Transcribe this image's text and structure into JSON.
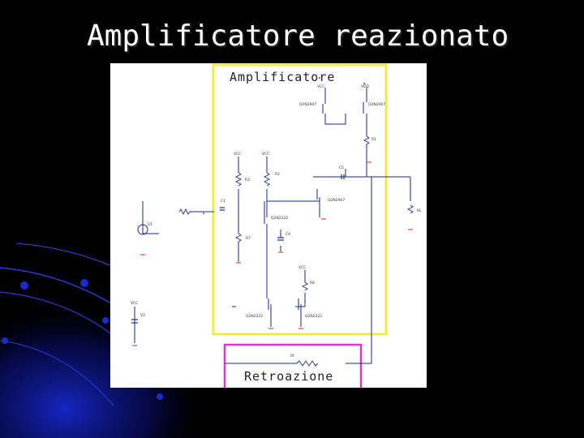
{
  "slide": {
    "title": "Amplificatore reazionato"
  },
  "schematic": {
    "amplifier_label": "Amplificatore",
    "feedback_label": "Retroazione",
    "colors": {
      "amplifier_box": "#f0ec40",
      "feedback_box": "#d63cc8",
      "wire": "#1a2a8a",
      "ground": "#d42020"
    },
    "components": {
      "q_top_left": "Q2N2907",
      "q_top_right": "Q2N2907",
      "q_mid": "Q2N2222",
      "q_out": "Q2N2907",
      "q_bot_left": "Q2N2222",
      "q_bot_right": "Q2N2222",
      "r1": "R1",
      "r2": "R2",
      "r3": "R3",
      "r6": "R6",
      "r7": "R7",
      "rf": "Rf",
      "c1": "C1",
      "c4": "C4",
      "c5": "C5",
      "vcc": "VCC",
      "vdd": "VDD",
      "v1": "V1",
      "v2": "V2",
      "rl": "RL"
    }
  }
}
